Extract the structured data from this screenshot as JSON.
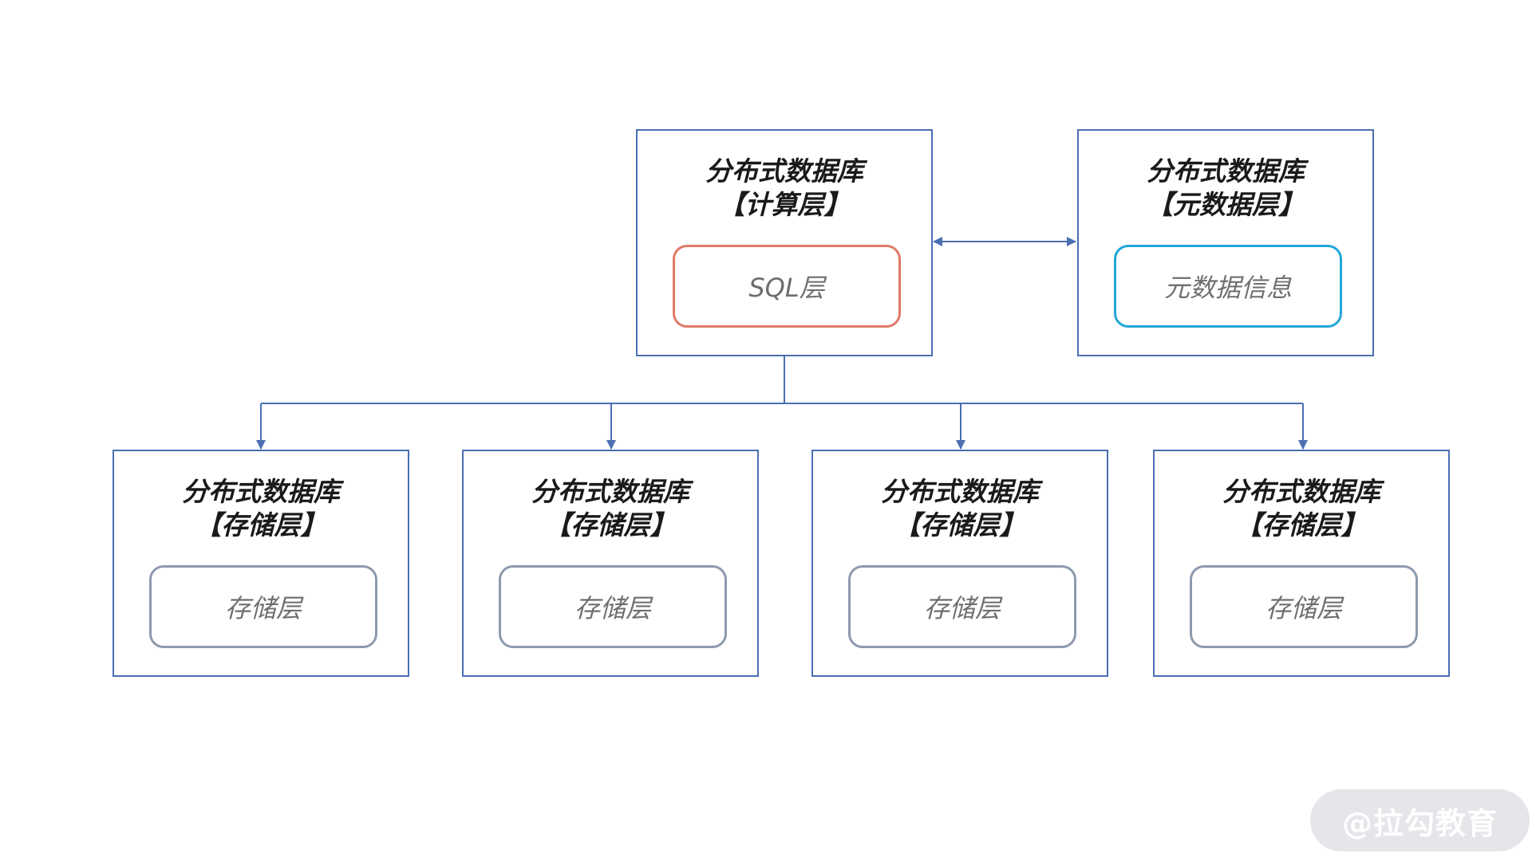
{
  "diagram": {
    "compute_node": {
      "title_line1": "分布式数据库",
      "title_line2": "【计算层】",
      "inner_label": "SQL层"
    },
    "metadata_node": {
      "title_line1": "分布式数据库",
      "title_line2": "【元数据层】",
      "inner_label": "元数据信息"
    },
    "storage_nodes": [
      {
        "title_line1": "分布式数据库",
        "title_line2": "【存储层】",
        "inner_label": "存储层"
      },
      {
        "title_line1": "分布式数据库",
        "title_line2": "【存储层】",
        "inner_label": "存储层"
      },
      {
        "title_line1": "分布式数据库",
        "title_line2": "【存储层】",
        "inner_label": "存储层"
      },
      {
        "title_line1": "分布式数据库",
        "title_line2": "【存储层】",
        "inner_label": "存储层"
      }
    ],
    "colors": {
      "node_border": "#4a6fb2",
      "connector": "#4a6fb2",
      "sql_border": "#e07a68",
      "metadata_border": "#22a6d8",
      "storage_inner_border": "#8d9aad"
    }
  },
  "watermark": "@拉勾教育"
}
